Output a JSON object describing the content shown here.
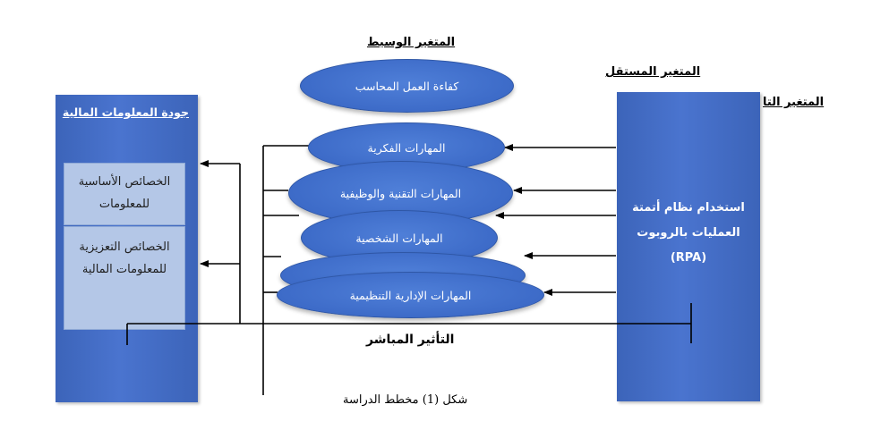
{
  "headings": {
    "mediator": "المتغير الوسيط",
    "independent": "المتغير المستقل",
    "dependent_cut": "المتغير التا"
  },
  "left_box": {
    "title": "جودة المعلومات المالية",
    "sub1": "الخصائص الأساسية للمعلومات",
    "sub2": "الخصائص التعزيزية للمعلومات المالية"
  },
  "right_box": {
    "line1": "استخدام نظام أتمتة",
    "line2": "العمليات بالروبوت",
    "line3": "(RPA)"
  },
  "ellipses": {
    "mediator": "كفاءة العمل المحاسب",
    "skill1": "المهارات الفكرية",
    "skill2": "المهارات التقنية والوظيفية",
    "skill3": "المهارات الشخصية",
    "skill4": "",
    "skill5": "المهارات الإدارية التنظيمية"
  },
  "direct_effect": "التأثير المباشر",
  "caption": "شكل (1) مخطط الدراسة",
  "colors": {
    "box_blue": "#4a74cf",
    "sub_box": "#b4c7e7",
    "ellipse_blue": "#3d6bc8"
  }
}
